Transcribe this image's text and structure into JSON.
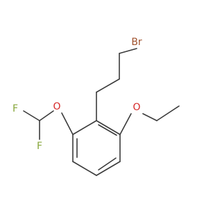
{
  "molecule": {
    "atoms": {
      "br": {
        "label": "Br",
        "color": "#a0522d"
      },
      "o_left": {
        "label": "O",
        "color": "#d62828"
      },
      "o_right": {
        "label": "O",
        "color": "#d62828"
      },
      "f_top": {
        "label": "F",
        "color": "#86a63a"
      },
      "f_bottom": {
        "label": "F",
        "color": "#86a63a"
      }
    },
    "bond_color": "#3a3a3a"
  }
}
